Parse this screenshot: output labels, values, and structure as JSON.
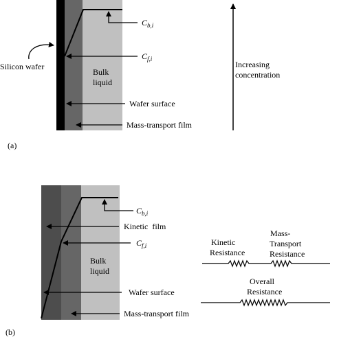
{
  "panel_a": {
    "label": "(a)",
    "silicon_wafer": "Silicon wafer",
    "bulk_liquid": [
      "Bulk",
      "liquid"
    ],
    "cb": {
      "main": "C",
      "sub": "b,i"
    },
    "cf": {
      "main": "C",
      "sub": "f,i"
    },
    "wafer_surface": "Wafer surface",
    "mass_transport_film": "Mass-transport film",
    "increasing_concentration": [
      "Increasing",
      "concentration"
    ]
  },
  "panel_b": {
    "label": "(b)",
    "cb": {
      "main": "C",
      "sub": "b,i"
    },
    "kinetic_film": "Kinetic  film",
    "cf": {
      "main": "C",
      "sub": "f,i"
    },
    "bulk_liquid": [
      "Bulk",
      "liquid"
    ],
    "wafer_surface": "Wafer surface",
    "mass_transport_film": "Mass-transport film",
    "kinetic_resistance": [
      "Kinetic",
      "Resistance"
    ],
    "mass_transport_resistance": [
      "Mass-",
      "Transport",
      "Resistance"
    ],
    "overall_resistance": [
      "Overall",
      "Resistance"
    ]
  },
  "colors": {
    "wafer": "#000000",
    "mass_transport_film": "#666666",
    "bulk_liquid": "#c0c0c0",
    "kinetic_film": "#4d4d4d"
  }
}
